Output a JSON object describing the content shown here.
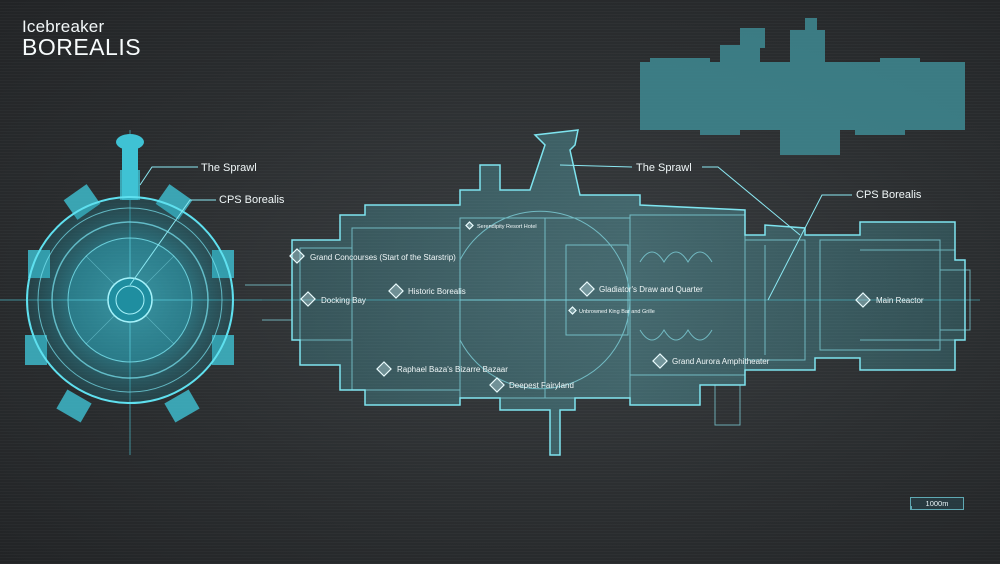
{
  "header": {
    "subtitle": "Icebreaker",
    "title": "BOREALIS"
  },
  "callouts": {
    "left_sprawl": "The Sprawl",
    "left_cps": "CPS Borealis",
    "right_sprawl": "The Sprawl",
    "right_cps": "CPS Borealis"
  },
  "locations": [
    {
      "id": "grand-concourse",
      "label": "Grand Concourses (Start of the Starstrip)",
      "size": "md"
    },
    {
      "id": "docking-bay",
      "label": "Docking Bay",
      "size": "md"
    },
    {
      "id": "historic-borealis",
      "label": "Historic Borealis",
      "size": "md"
    },
    {
      "id": "serendipity",
      "label": "Serendipity Resort Hotel",
      "size": "sm"
    },
    {
      "id": "gladiators",
      "label": "Gladiator's Draw and Quarter",
      "size": "md"
    },
    {
      "id": "unbrowned-king",
      "label": "Unbrowned King Bar and Grille",
      "size": "sm"
    },
    {
      "id": "grand-aurora",
      "label": "Grand Aurora Amphitheater",
      "size": "md"
    },
    {
      "id": "raphael",
      "label": "Raphael Baza's Bizarre Bazaar",
      "size": "md"
    },
    {
      "id": "deepest-fairyland",
      "label": "Deepest Fairyland",
      "size": "md"
    },
    {
      "id": "main-reactor",
      "label": "Main Reactor",
      "size": "md"
    }
  ],
  "scale": {
    "label": "1000m"
  },
  "colors": {
    "accent": "#4fd0e0",
    "minimap": "#3f8a93",
    "background": "#2b2e30"
  }
}
